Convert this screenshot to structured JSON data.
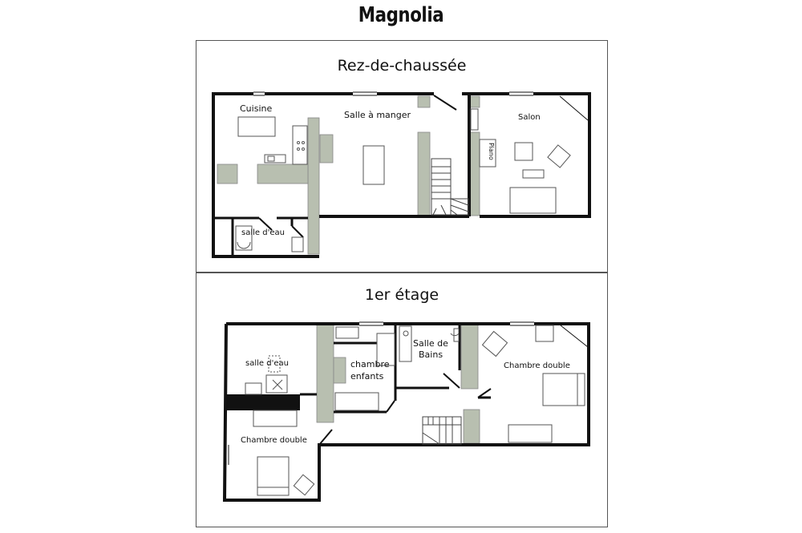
{
  "title": "Magnolia",
  "floors": {
    "ground": {
      "name": "Rez-de-chaussée",
      "rooms": {
        "kitchen": "Cuisine",
        "dining": "Salle à manger",
        "living": "Salon",
        "shower_room": "salle d'eau",
        "piano": "Piano"
      }
    },
    "first": {
      "name": "1er étage",
      "rooms": {
        "shower_room": "salle d'eau",
        "kids_room_1": "chambre",
        "kids_room_2": "enfants",
        "bathroom_1": "Salle de",
        "bathroom_2": "Bains",
        "double_room_right": "Chambre double",
        "double_room_left": "Chambre double"
      }
    }
  },
  "colors": {
    "wall": "#111111",
    "partition": "#b8bfb0",
    "furniture": "#666666",
    "panel_border": "#555555"
  }
}
